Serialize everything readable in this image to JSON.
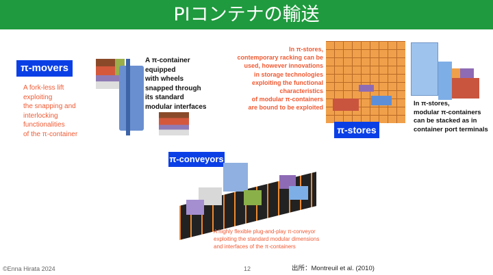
{
  "title": "PIコンテナの輸送",
  "movers": {
    "tag": "π-movers",
    "desc": [
      "A fork-less lift",
      "exploiting",
      "the snapping and",
      "interlocking",
      "functionalities",
      "of the π-container"
    ],
    "note": [
      "A π-container",
      "equipped",
      "with wheels",
      "snapped through",
      "its standard",
      "modular interfaces"
    ]
  },
  "stores": {
    "tag": "π-stores",
    "desc": [
      "In π-stores,",
      "contemporary racking can be",
      "used, however innovations",
      "in storage technologies",
      "exploiting the functional",
      "characteristics",
      "of modular π-containers",
      "are bound to be exploited"
    ],
    "note": [
      "In π-stores,",
      "modular π-containers",
      "can be stacked as in",
      "container port terminals"
    ]
  },
  "conveyors": {
    "tag": "π-conveyors",
    "desc": [
      "A highly flexible plug-and-play π-conveyor",
      "exploiting the standard modular dimensions",
      "and interfaces of the π-containers"
    ]
  },
  "footer": {
    "copyright": "©Enna Hirata 2024",
    "page": "12",
    "source": "出所：Montreuil et al. (2010)"
  },
  "colors": {
    "title_bg": "#1f9a3e",
    "tag_bg": "#0b3fe6",
    "red_text": "#ef5a33"
  }
}
